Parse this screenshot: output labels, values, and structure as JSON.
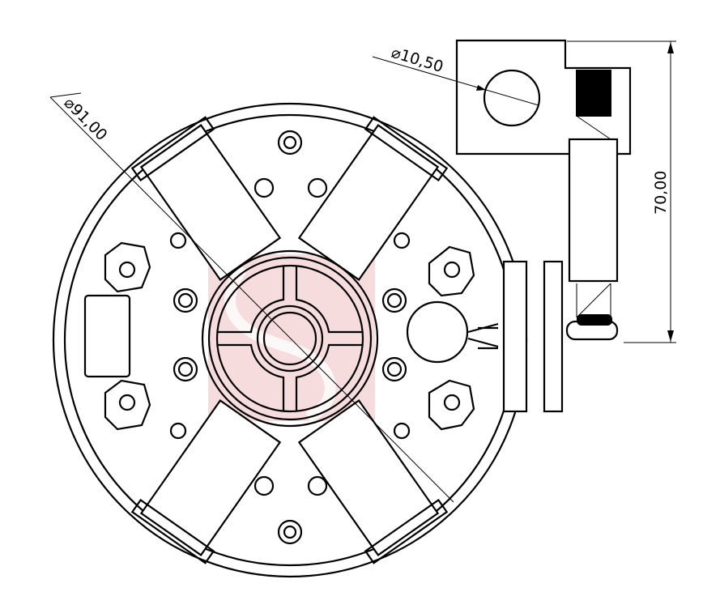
{
  "drawing": {
    "dimensions": {
      "outer_diameter": "⌀91,00",
      "hole_diameter": "⌀10,50",
      "height": "70,00"
    },
    "watermark_color": "#f4d6d6"
  }
}
